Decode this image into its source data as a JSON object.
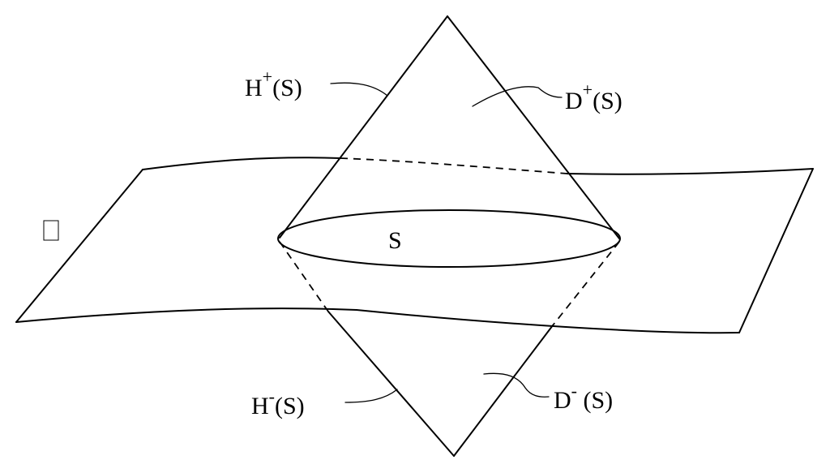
{
  "labels": {
    "future_horizon": {
      "main": "H",
      "sup": "+",
      "arg": "(S)"
    },
    "future_domain": {
      "main": "D",
      "sup": "+",
      "arg": "(S)"
    },
    "surface": "S",
    "past_horizon": {
      "main": "H",
      "sup": "-",
      "arg": "(S)"
    },
    "past_domain": {
      "main": "D",
      "sup": "-",
      "arg": " (S)"
    },
    "unrendered_symbol": "□"
  },
  "colors": {
    "ink": "#000000",
    "background": "#ffffff"
  }
}
